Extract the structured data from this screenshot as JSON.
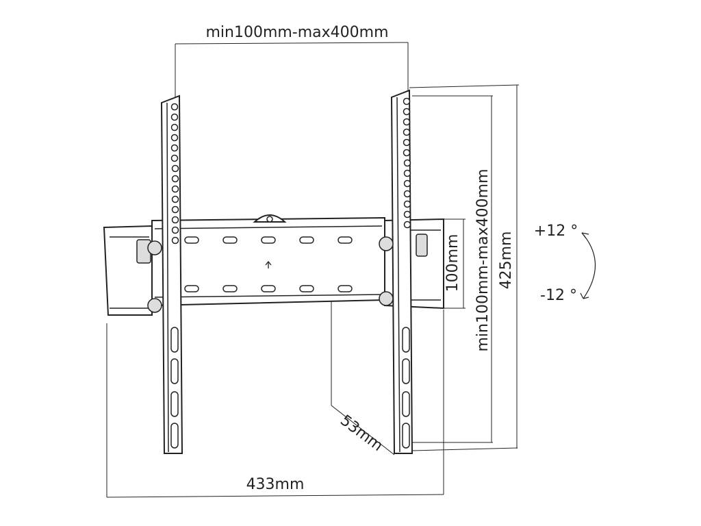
{
  "dimensions": {
    "top_width": "min100mm-max400mm",
    "right_height": "min100mm-max400mm",
    "total_height": "425mm",
    "plate_height": "100mm",
    "depth": "53mm",
    "total_width": "433mm"
  },
  "tilt": {
    "up": "+12 °",
    "down": "-12 °"
  }
}
